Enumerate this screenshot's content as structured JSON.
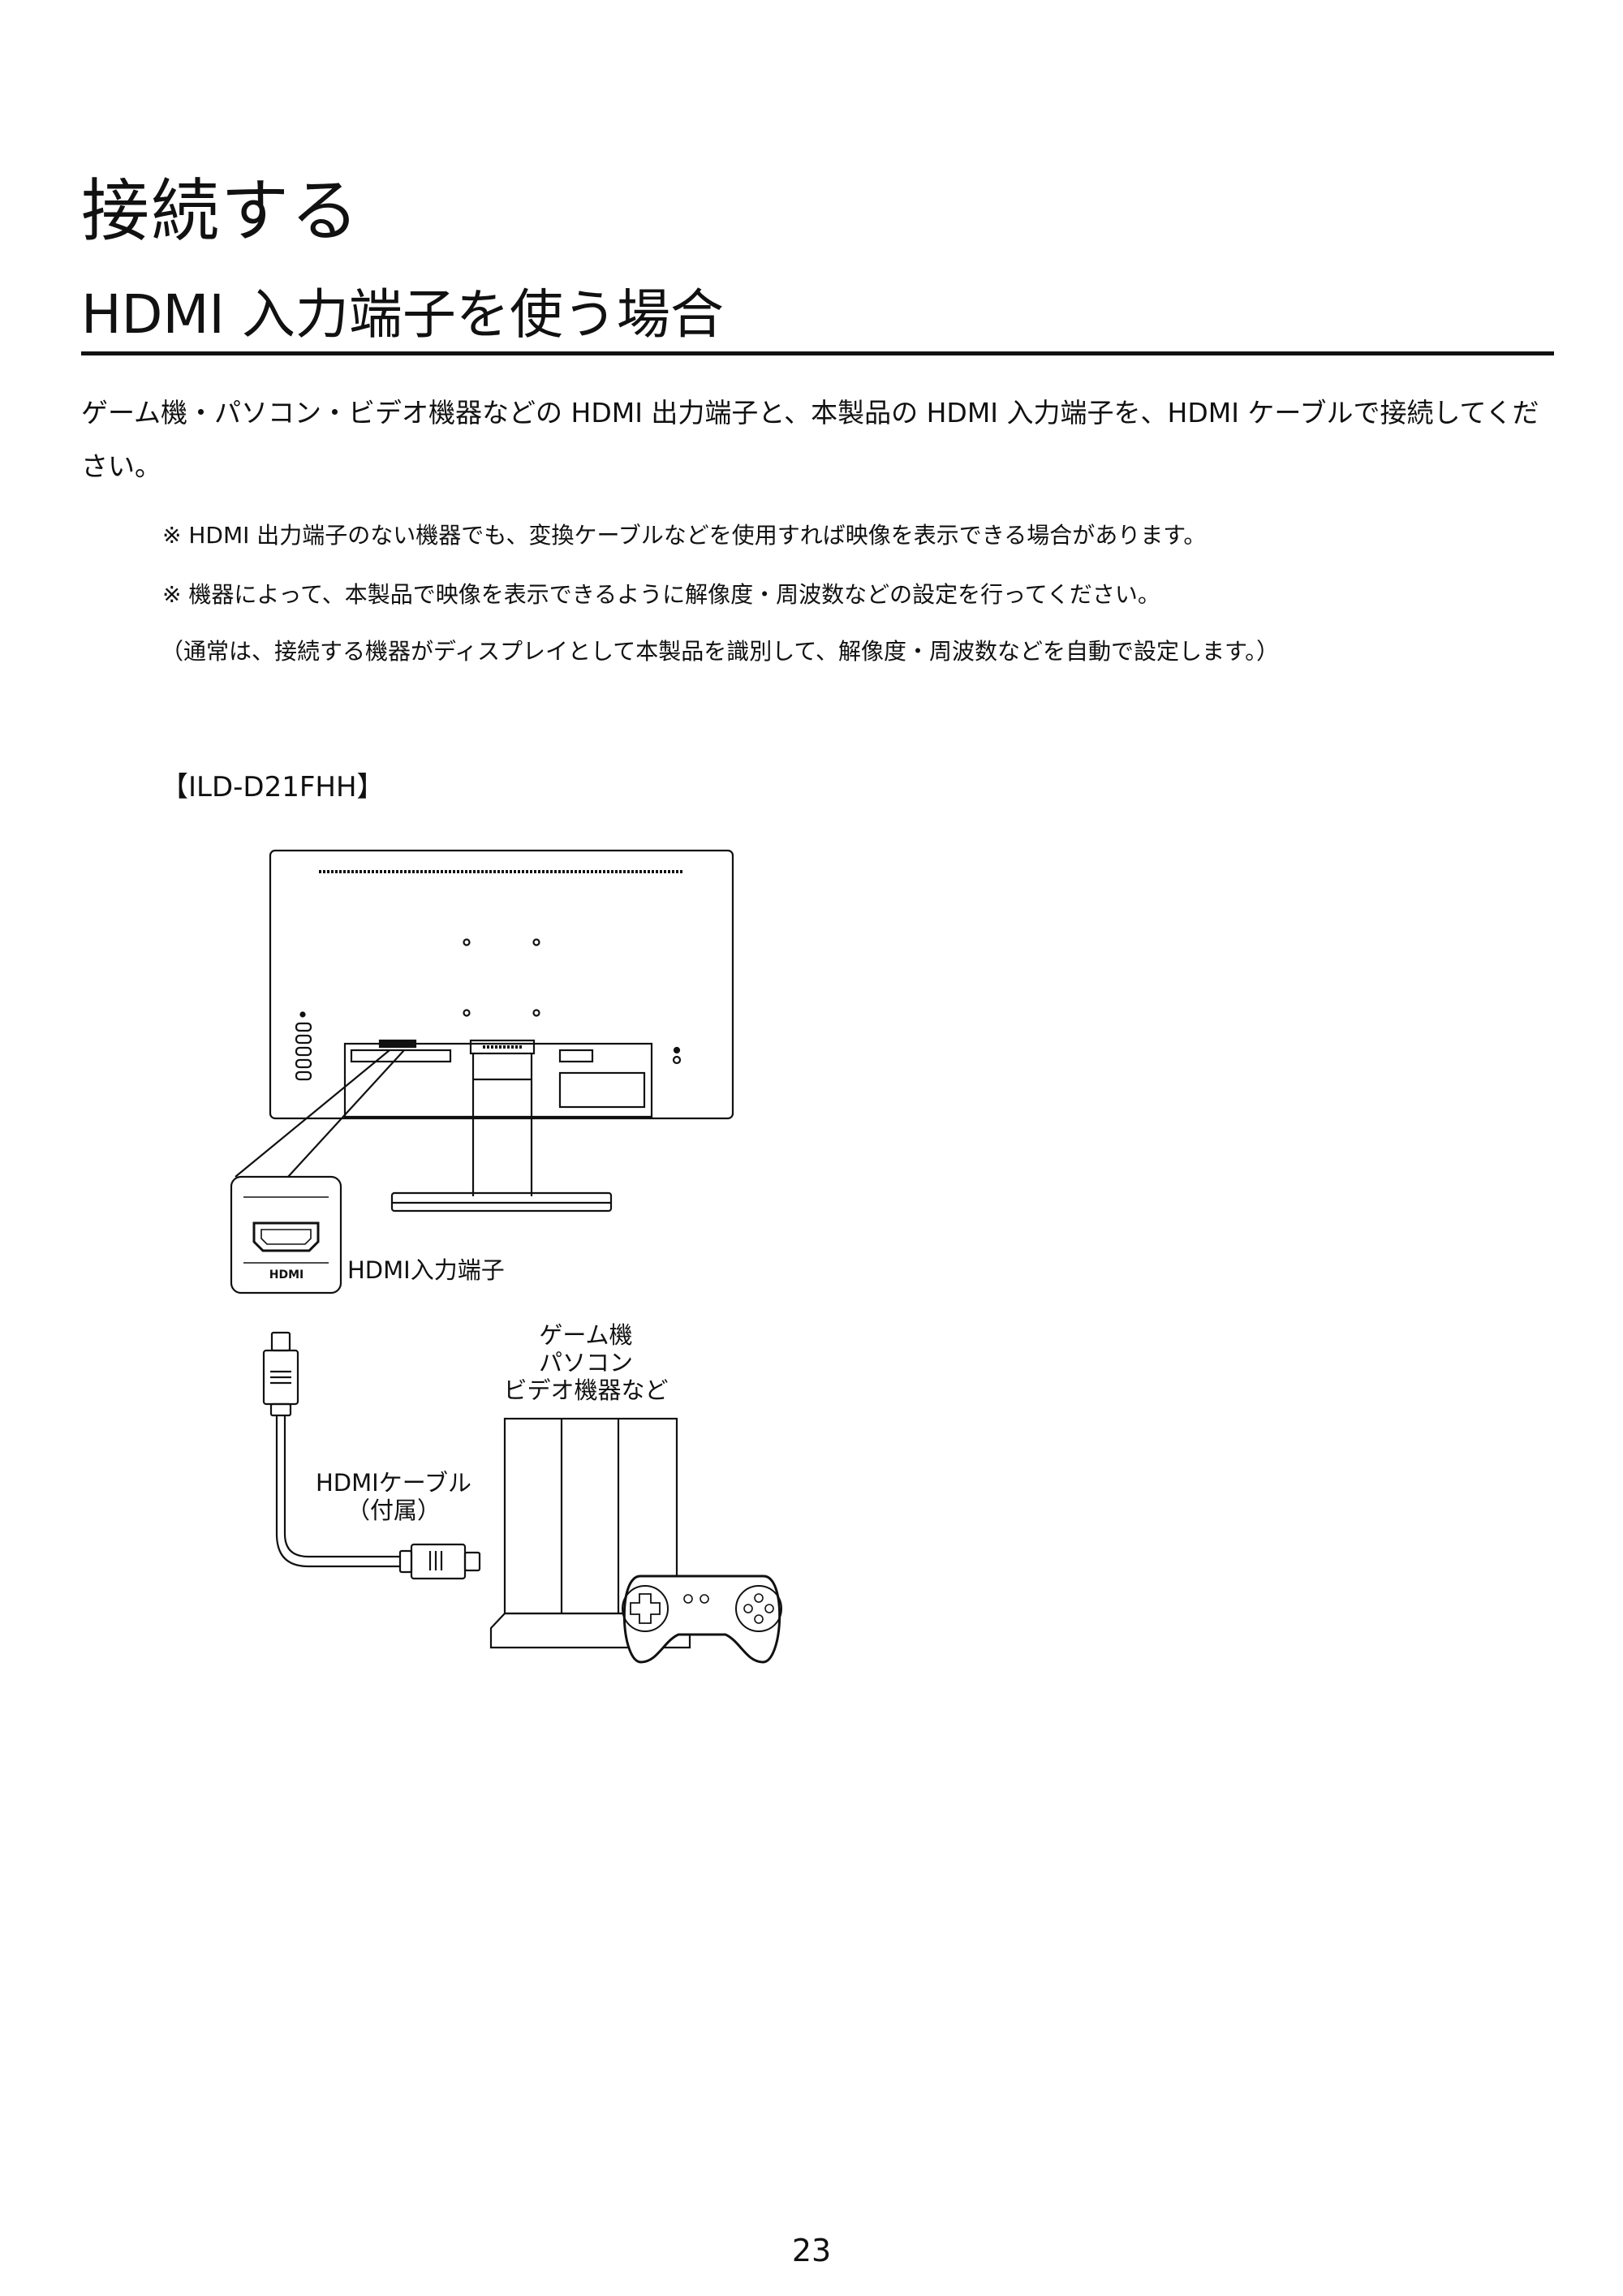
{
  "heading": "接続する",
  "subheading": "HDMI 入力端子を使う場合",
  "intro": "ゲーム機・パソコン・ビデオ機器などの HDMI 出力端子と、本製品の HDMI 入力端子を、HDMI ケーブルで接続してください。",
  "notes": [
    "※ HDMI 出力端子のない機器でも、変換ケーブルなどを使用すれば映像を表示できる場合があります。",
    "※ 機器によって、本製品で映像を表示できるように解像度・周波数などの設定を行ってください。",
    "（通常は、接続する機器がディスプレイとして本製品を識別して、解像度・周波数などを自動で設定します。）"
  ],
  "model": "【ILD-D21FHH】",
  "diagram": {
    "port_badge": "HDMI",
    "port_label": "HDMI入力端子",
    "device_label": [
      "ゲーム機",
      "パソコン",
      "ビデオ機器など"
    ],
    "cable_label": [
      "HDMIケーブル",
      "（付属）"
    ]
  },
  "page_number": "23"
}
